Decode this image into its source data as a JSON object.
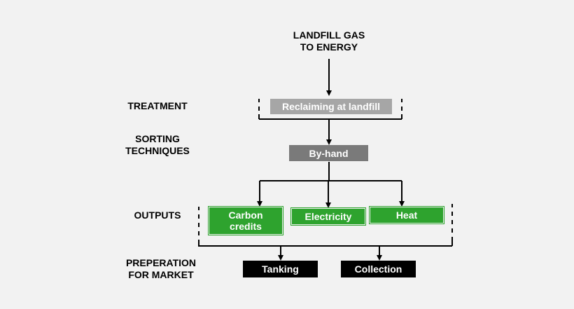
{
  "title": {
    "line1": "LANDFILL GAS",
    "line2": "TO ENERGY"
  },
  "stages": {
    "treatment": "TREATMENT",
    "sorting_line1": "SORTING",
    "sorting_line2": "TECHNIQUES",
    "outputs": "OUTPUTS",
    "prep_line1": "PREPERATION",
    "prep_line2": "FOR MARKET"
  },
  "nodes": {
    "reclaiming": "Reclaiming at landfill",
    "by_hand": "By-hand",
    "carbon_credits": "Carbon\ncredits",
    "electricity": "Electricity",
    "heat": "Heat",
    "tanking": "Tanking",
    "collection": "Collection"
  },
  "colors": {
    "green": "#2ea32e",
    "grey_light": "#a6a6a6",
    "grey_dark": "#7a7a7a",
    "black": "#000000",
    "background": "#f2f2f2"
  }
}
